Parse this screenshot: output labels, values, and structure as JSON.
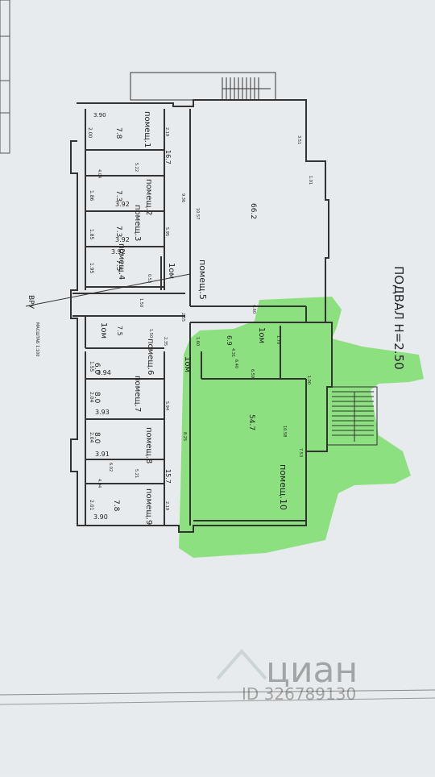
{
  "plan": {
    "title": "ПОДВАЛ  Н=2.50",
    "scale_note": "МАСШТАБ 1:100",
    "vru": "ВРУ",
    "watermark": {
      "brand": "циан",
      "id": "ID 326789130"
    },
    "highlight_color": "#6fdc5a",
    "rooms": [
      {
        "name": "помещ.1",
        "code": "1",
        "area": "7.8",
        "w": "3.90",
        "h": "2.00"
      },
      {
        "name": "помещ.2",
        "code": "1",
        "area": "7.3",
        "w": "3.92",
        "h": "1.86"
      },
      {
        "name": "помещ.3",
        "code": "1",
        "area": "7.3",
        "w": "3.92",
        "h": "1.85"
      },
      {
        "name": "помещ.4",
        "code": "1",
        "area": "7.5",
        "w": "3.92",
        "h": "1.95"
      },
      {
        "name": "помещ.5",
        "code": "1",
        "area": "66.2"
      },
      {
        "name": "помещ.6",
        "code": "1",
        "area": "6.0",
        "w": "3.94",
        "h": "1.55"
      },
      {
        "name": "помещ.7",
        "code": "1",
        "area": "8.0",
        "w": "3.93",
        "h": "2.04"
      },
      {
        "name": "помещ.8",
        "code": "1",
        "area": "8.0",
        "w": "3.91",
        "h": "2.04"
      },
      {
        "name": "помещ.9",
        "code": "1",
        "area": "7.8",
        "w": "3.90",
        "h": "2.01"
      },
      {
        "name": "помещ.10",
        "code": "1",
        "area": "54.7"
      }
    ],
    "corridors": [
      {
        "code": "2",
        "area": "16.7"
      },
      {
        "code": "1",
        "area": "7.5"
      },
      {
        "code": "3",
        "area": "6.9"
      },
      {
        "code": "4",
        "area": "15.7"
      }
    ],
    "common_labels": [
      "1ом",
      "1ом",
      "1ом",
      "1ом"
    ],
    "dims": [
      "5.22",
      "4.04",
      "9.36",
      "5.95",
      "10.57",
      "3.51",
      "1.01",
      "4.60",
      "2.55",
      "6.59",
      "1.60",
      "4.31",
      "6.40",
      "1.70",
      "1.00",
      "10.58",
      "7.53",
      "8.25",
      "5.94",
      "5.21",
      "4.04",
      "2.35",
      "0.53",
      "1.50",
      "1.50",
      "2.19",
      "2.19",
      "6.02"
    ]
  }
}
